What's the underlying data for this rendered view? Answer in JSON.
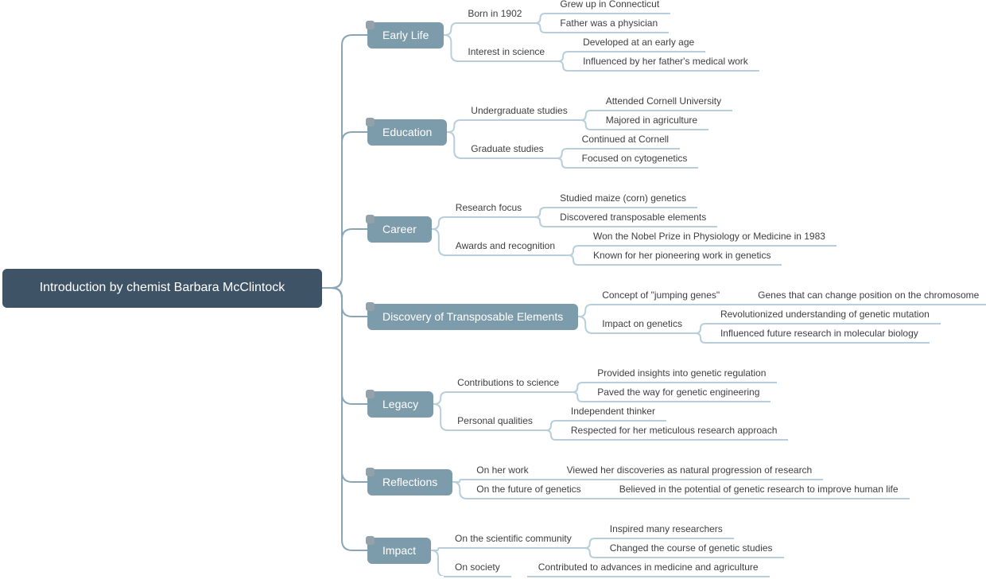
{
  "colors": {
    "background": "#ffffff",
    "root_bg": "#3e5366",
    "branch_bg": "#7d9cab",
    "link_primary": "#8aa5b6",
    "link_secondary": "#b8cfdb",
    "text": "#3e3e3e",
    "node_text": "#ffffff"
  },
  "mindmap": {
    "root": {
      "label": "Introduction by chemist Barbara McClintock",
      "children": [
        {
          "label": "Early Life",
          "children": [
            {
              "label": "Born in 1902",
              "children": [
                {
                  "label": "Grew up in Connecticut"
                },
                {
                  "label": "Father was a physician"
                }
              ]
            },
            {
              "label": "Interest in science",
              "children": [
                {
                  "label": "Developed at an early age"
                },
                {
                  "label": "Influenced by her father's medical work"
                }
              ]
            }
          ]
        },
        {
          "label": "Education",
          "children": [
            {
              "label": "Undergraduate studies",
              "children": [
                {
                  "label": "Attended Cornell University"
                },
                {
                  "label": "Majored in agriculture"
                }
              ]
            },
            {
              "label": "Graduate studies",
              "children": [
                {
                  "label": "Continued at Cornell"
                },
                {
                  "label": "Focused on cytogenetics"
                }
              ]
            }
          ]
        },
        {
          "label": "Career",
          "children": [
            {
              "label": "Research focus",
              "children": [
                {
                  "label": "Studied maize (corn) genetics"
                },
                {
                  "label": "Discovered transposable elements"
                }
              ]
            },
            {
              "label": "Awards and recognition",
              "children": [
                {
                  "label": "Won the Nobel Prize in Physiology or Medicine in 1983"
                },
                {
                  "label": "Known for her pioneering work in genetics"
                }
              ]
            }
          ]
        },
        {
          "label": "Discovery of Transposable Elements",
          "children": [
            {
              "label": "Concept of \"jumping genes\"",
              "children": [
                {
                  "label": "Genes that can change position on the chromosome"
                }
              ]
            },
            {
              "label": "Impact on genetics",
              "children": [
                {
                  "label": "Revolutionized understanding of genetic mutation"
                },
                {
                  "label": "Influenced future research in molecular biology"
                }
              ]
            }
          ]
        },
        {
          "label": "Legacy",
          "children": [
            {
              "label": "Contributions to science",
              "children": [
                {
                  "label": "Provided insights into genetic regulation"
                },
                {
                  "label": "Paved the way for genetic engineering"
                }
              ]
            },
            {
              "label": "Personal qualities",
              "children": [
                {
                  "label": "Independent thinker"
                },
                {
                  "label": "Respected for her meticulous research approach"
                }
              ]
            }
          ]
        },
        {
          "label": "Reflections",
          "children": [
            {
              "label": "On her work",
              "children": [
                {
                  "label": "Viewed her discoveries as natural progression of research"
                }
              ]
            },
            {
              "label": "On the future of genetics",
              "children": [
                {
                  "label": "Believed in the potential of genetic research to improve human life"
                }
              ]
            }
          ]
        },
        {
          "label": "Impact",
          "children": [
            {
              "label": "On the scientific community",
              "children": [
                {
                  "label": "Inspired many researchers"
                },
                {
                  "label": "Changed the course of genetic studies"
                }
              ]
            },
            {
              "label": "On society",
              "children": [
                {
                  "label": "Contributed to advances in medicine and agriculture"
                }
              ]
            }
          ]
        }
      ]
    }
  }
}
